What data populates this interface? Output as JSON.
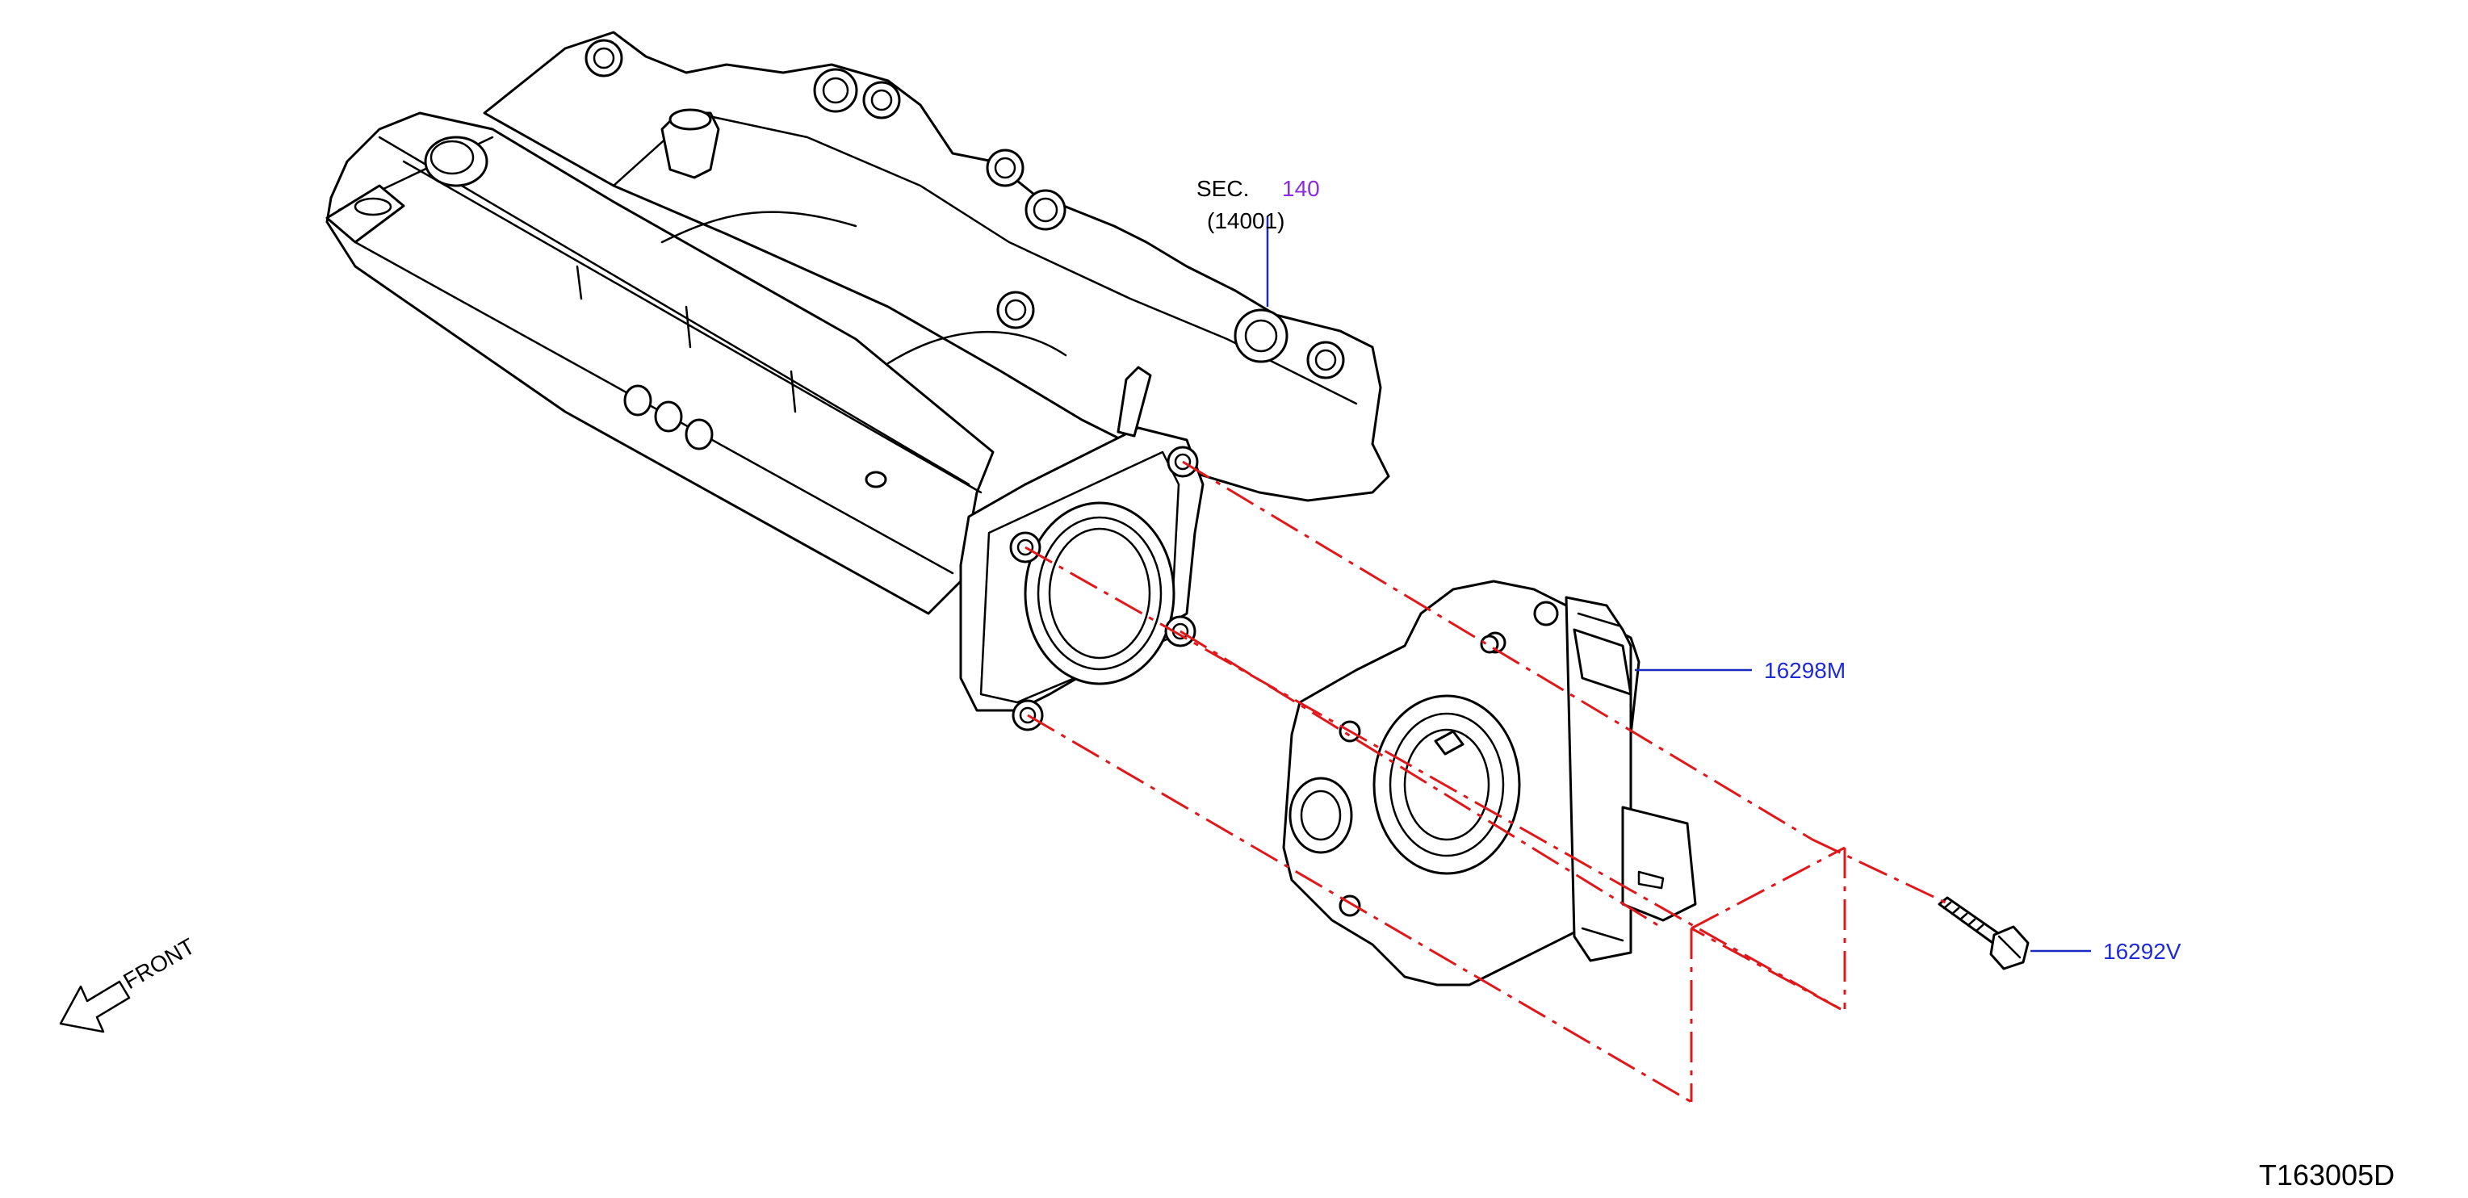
{
  "diagram": {
    "section": {
      "prefix": "SEC.",
      "number": "140",
      "part_ref": "(14001)"
    },
    "callouts": [
      {
        "id": "throttle-chamber",
        "label": "16298M"
      },
      {
        "id": "bolt",
        "label": "16292V"
      }
    ],
    "front_indicator": "FRONT",
    "figure_id": "T163005D",
    "colors": {
      "centerline": "#e0181b",
      "callout_text": "#1f2bd8",
      "section_link": "#8a2be2",
      "leader": "#1a2bbf"
    }
  }
}
